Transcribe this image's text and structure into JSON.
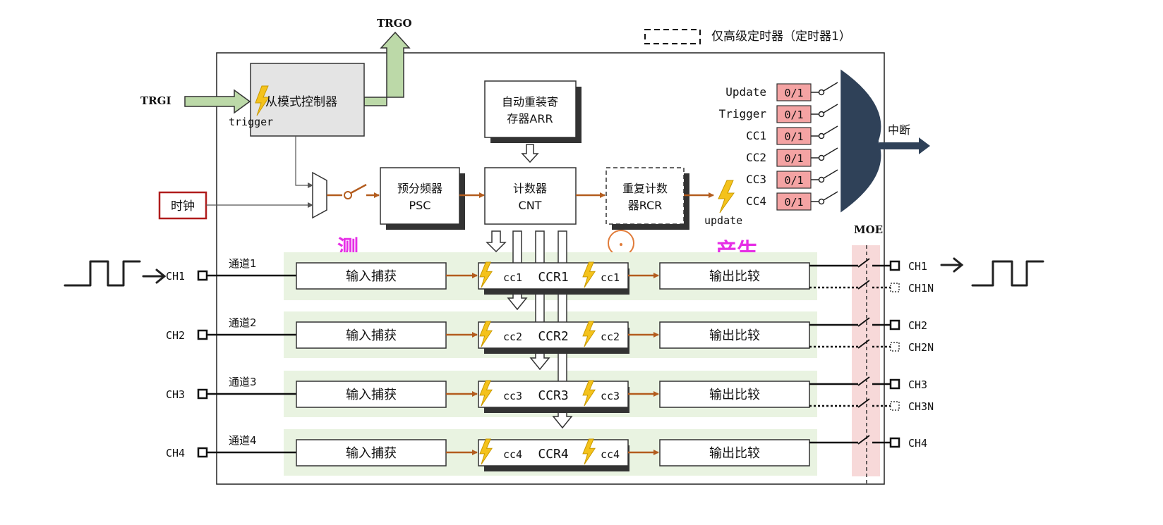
{
  "legend": {
    "text": "仅高级定时器（定时器1）"
  },
  "signals": {
    "trgo": "TRGO",
    "trgi": "TRGI",
    "trigger": "trigger",
    "update": "update",
    "moe": "MOE",
    "interrupt": "中断"
  },
  "blocks": {
    "slave_mode": "从模式控制器",
    "arr_line1": "自动重装寄",
    "arr_line2": "存器ARR",
    "psc_line1": "预分频器",
    "psc_line2": "PSC",
    "cnt_line1": "计数器",
    "cnt_line2": "CNT",
    "rcr_line1": "重复计数",
    "rcr_line2": "器RCR",
    "clock": "时钟"
  },
  "interrupt_flags": [
    {
      "label": "Update",
      "value": "0/1"
    },
    {
      "label": "Trigger",
      "value": "0/1"
    },
    {
      "label": "CC1",
      "value": "0/1"
    },
    {
      "label": "CC2",
      "value": "0/1"
    },
    {
      "label": "CC3",
      "value": "0/1"
    },
    {
      "label": "CC4",
      "value": "0/1"
    }
  ],
  "channels": [
    {
      "pin": "CH1",
      "name": "通道1",
      "input": "输入捕获",
      "cc": "cc1",
      "ccr": "CCR1",
      "output": "输出比较",
      "out": "CH1",
      "outn": "CH1N"
    },
    {
      "pin": "CH2",
      "name": "通道2",
      "input": "输入捕获",
      "cc": "cc2",
      "ccr": "CCR2",
      "output": "输出比较",
      "out": "CH2",
      "outn": "CH2N"
    },
    {
      "pin": "CH3",
      "name": "通道3",
      "input": "输入捕获",
      "cc": "cc3",
      "ccr": "CCR3",
      "output": "输出比较",
      "out": "CH3",
      "outn": "CH3N"
    },
    {
      "pin": "CH4",
      "name": "通道4",
      "input": "输入捕获",
      "cc": "cc4",
      "ccr": "CCR4",
      "output": "输出比较",
      "out": "CH4",
      "outn": ""
    }
  ],
  "annotations": {
    "measure": "测",
    "generate": "产生"
  },
  "colors": {
    "arrow": "#b35c1e",
    "group": "#e9f3e1",
    "moe": "#f7d9d9",
    "flag": "#f4a3a3",
    "green": "#bcd9a8",
    "navy": "#2f4158"
  }
}
